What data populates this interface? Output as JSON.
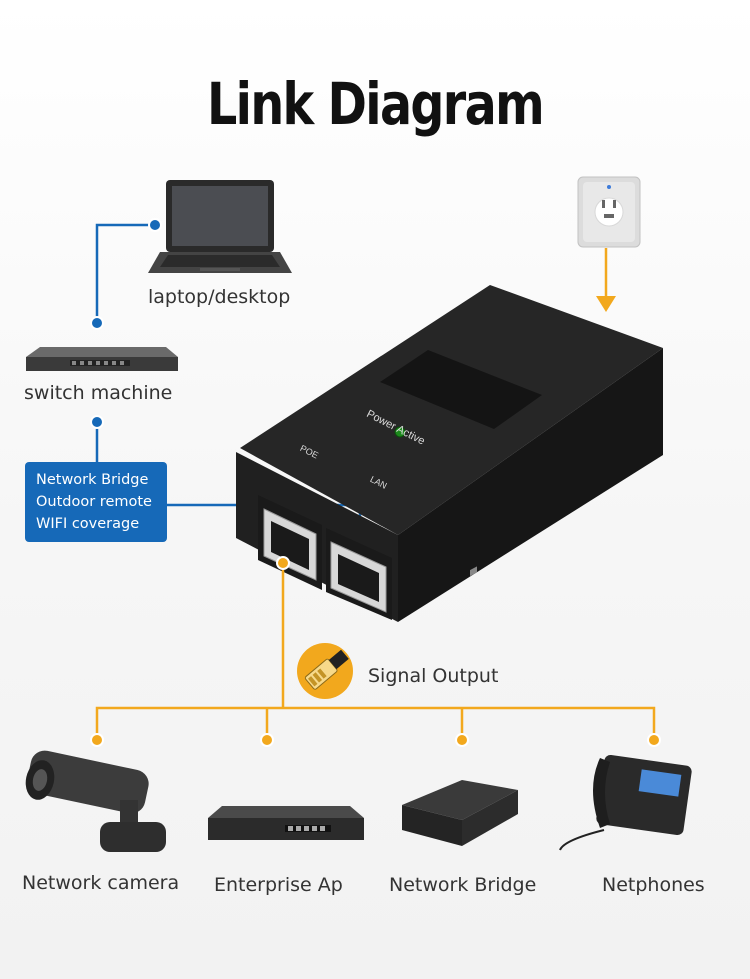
{
  "title": "Link Diagram",
  "top_nodes": {
    "laptop": "laptop/desktop",
    "switch": "switch machine"
  },
  "bridge_box": {
    "lines": [
      "Network Bridge",
      "Outdoor remote",
      "WIFI coverage"
    ]
  },
  "device": {
    "led_label": "Power Active",
    "port_poe": "POE",
    "port_lan": "LAN"
  },
  "signal_output": "Signal Output",
  "outputs": [
    {
      "label": "Network camera",
      "icon": "camera-icon"
    },
    {
      "label": "Enterprise Ap",
      "icon": "router-icon"
    },
    {
      "label": "Network Bridge",
      "icon": "network-bridge-icon"
    },
    {
      "label": "Netphones",
      "icon": "phone-icon"
    }
  ],
  "colors": {
    "blue_line": "#1669b8",
    "orange_line": "#f2a81d",
    "title": "#111111"
  }
}
